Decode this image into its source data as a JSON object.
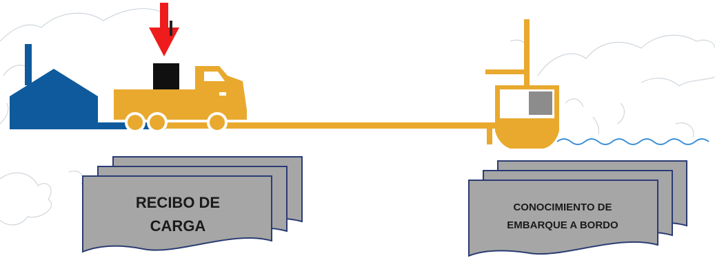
{
  "documents": [
    {
      "id": "cargo-receipt",
      "lines": [
        "RECIBO DE",
        "CARGA"
      ]
    },
    {
      "id": "bill-of-lading",
      "lines": [
        "CONOCIMIENTO DE",
        "EMBARQUE A BORDO"
      ]
    }
  ],
  "icons": [
    "factory-icon",
    "truck-icon",
    "cargo-box-icon",
    "down-arrow-icon",
    "ship-icon",
    "crane-icon",
    "water-wave-icon",
    "world-map-background"
  ],
  "colors": {
    "factory": "#0e5a9c",
    "transport": "#e8a92e",
    "arrow": "#ee1c1c",
    "cargo_box": "#101010",
    "ship_cargo": "#8c8c8c",
    "document_fill": "#a6a6a6",
    "document_stroke": "#2a3b73",
    "wave": "#3c8fd6",
    "map_outline": "#cfd6dc"
  }
}
